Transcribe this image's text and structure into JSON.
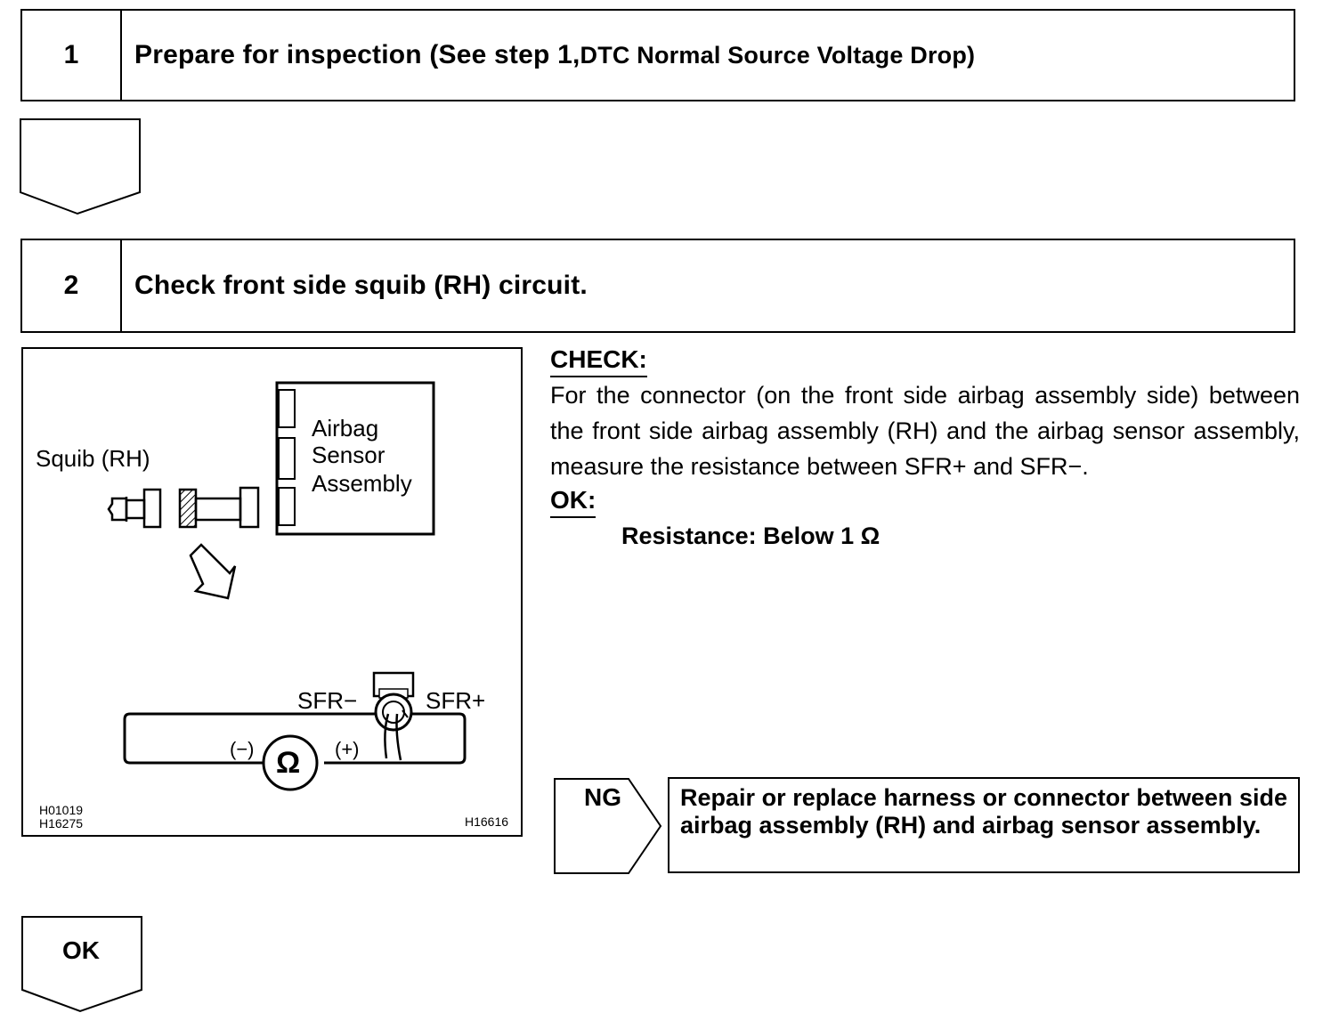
{
  "step1": {
    "number": "1",
    "title_main": "Prepare for inspection (See step 1,",
    "title_tail": "DTC Normal Source Voltage Drop)"
  },
  "step2": {
    "number": "2",
    "title": "Check front side squib (RH) circuit."
  },
  "figure": {
    "squib_label": "Squib (RH)",
    "sensor_line1": "Airbag",
    "sensor_line2": "Sensor",
    "sensor_line3": "Assembly",
    "sfr_minus": "SFR−",
    "sfr_plus": "SFR+",
    "probe_minus": "(−)",
    "probe_plus": "(+)",
    "ohm_symbol": "Ω",
    "code_left_1": "H01019",
    "code_left_2": "H16275",
    "code_right": "H16616"
  },
  "check": {
    "heading": "CHECK:",
    "text": "For the connector (on the front side airbag assembly side) between the front side airbag assembly (RH) and the airbag sensor assembly, measure the resistance between SFR+ and SFR−.",
    "ok_heading": "OK:",
    "spec": "Resistance: Below 1 Ω"
  },
  "ng": {
    "label": "NG",
    "action": "Repair or replace harness or connector between side airbag assembly (RH) and airbag sensor assembly."
  },
  "ok_flow": {
    "label": "OK"
  }
}
